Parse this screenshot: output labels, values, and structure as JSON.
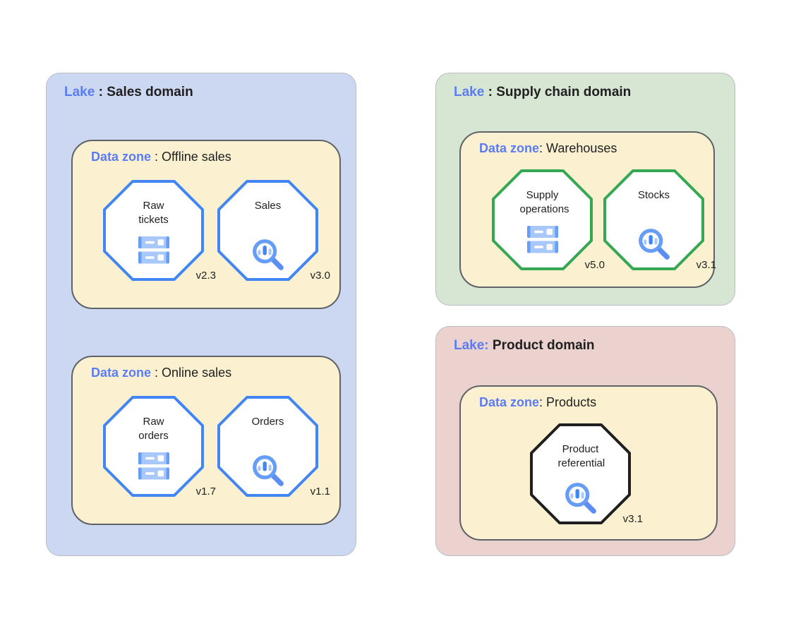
{
  "palette": {
    "label_blue": "#5b7cf5",
    "text_dark": "#1f1f1f",
    "lake_sales_bg": "#ccd7f2",
    "lake_supply_bg": "#d7e5d3",
    "lake_product_bg": "#ebd2ce",
    "zone_bg": "#fbf1d0",
    "zone_border": "#5f6368",
    "octagon_blue": "#4285f4",
    "octagon_green": "#34a853",
    "octagon_black": "#1f1f1f",
    "icon_light_blue": "#a8c7fa",
    "icon_medium_blue": "#669df6",
    "icon_dark_blue": "#4285f4"
  },
  "lakes": [
    {
      "prefix": "Lake",
      "sep": " : ",
      "name": "Sales domain",
      "zones": [
        {
          "prefix": "Data zone",
          "sep": " : ",
          "name": "Offline sales",
          "assets": [
            {
              "name": "Raw tickets",
              "version": "v2.3",
              "icon": "storage"
            },
            {
              "name": "Sales",
              "version": "v3.0",
              "icon": "search-analytics"
            }
          ]
        },
        {
          "prefix": "Data zone",
          "sep": " : ",
          "name": "Online sales",
          "assets": [
            {
              "name": "Raw orders",
              "version": "v1.7",
              "icon": "storage"
            },
            {
              "name": "Orders",
              "version": "v1.1",
              "icon": "search-analytics"
            }
          ]
        }
      ]
    },
    {
      "prefix": "Lake",
      "sep": " : ",
      "name": "Supply chain domain",
      "zones": [
        {
          "prefix": "Data zone",
          "sep": ": ",
          "name": "Warehouses",
          "assets": [
            {
              "name": "Supply operations",
              "version": "v5.0",
              "icon": "storage"
            },
            {
              "name": "Stocks",
              "version": "v3.1",
              "icon": "search-analytics"
            }
          ]
        }
      ]
    },
    {
      "prefix": "Lake:",
      "sep": " ",
      "name": "Product domain",
      "zones": [
        {
          "prefix": "Data zone",
          "sep": ": ",
          "name": "Products",
          "assets": [
            {
              "name": "Product referential",
              "version": "v3.1",
              "icon": "search-analytics"
            }
          ]
        }
      ]
    }
  ]
}
